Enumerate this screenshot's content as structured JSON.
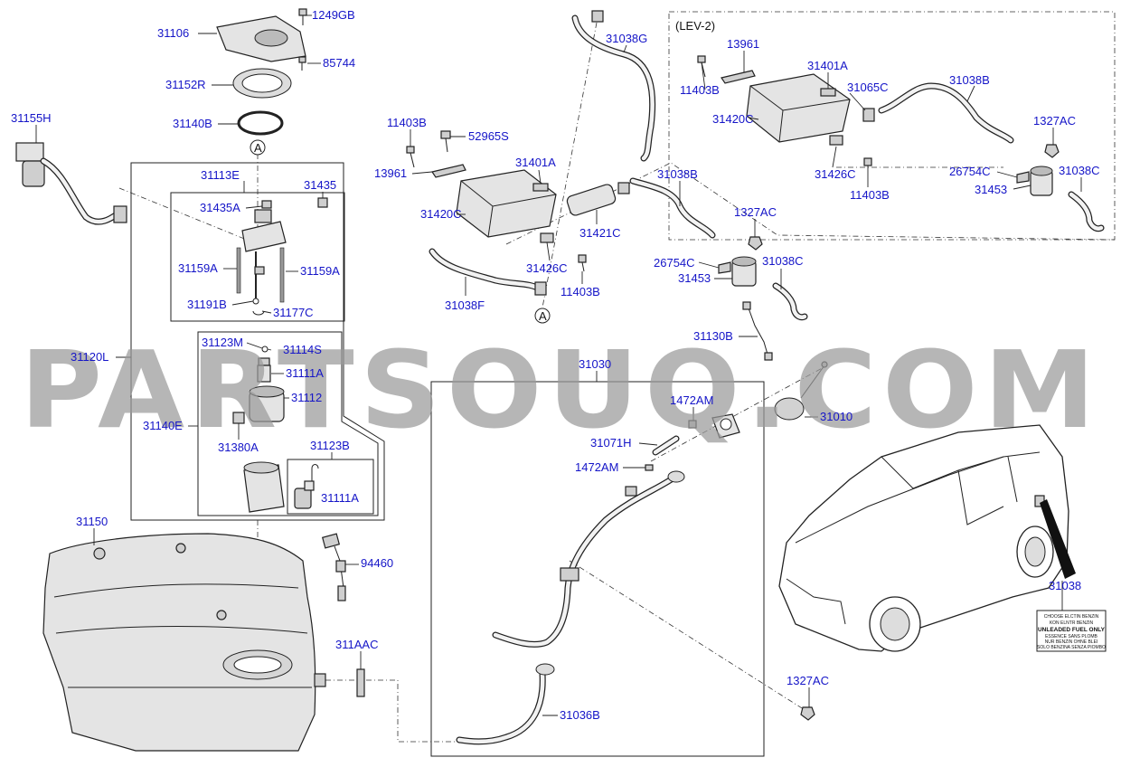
{
  "watermark": "PARTSOUQ.COM",
  "lev_box_label": "(LEV-2)",
  "ref_marker": "A",
  "labels": {
    "l1249GB": "1249GB",
    "l31106": "31106",
    "l85744": "85744",
    "l31152R": "31152R",
    "l31140B": "31140B",
    "l31155H": "31155H",
    "l31113E": "31113E",
    "l31435": "31435",
    "l31435A": "31435A",
    "l31159A_l": "31159A",
    "l31159A_r": "31159A",
    "l31191B": "31191B",
    "l31177C": "31177C",
    "l31120L": "31120L",
    "l31123M": "31123M",
    "l31114S": "31114S",
    "l31111A_t": "31111A",
    "l31112": "31112",
    "l31140E": "31140E",
    "l31380A": "31380A",
    "l31123B": "31123B",
    "l31111A_b": "31111A",
    "l31150": "31150",
    "l94460": "94460",
    "l311AAC": "311AAC",
    "l11403B_a": "11403B",
    "l52965S": "52965S",
    "l13961_a": "13961",
    "l31401A_a": "31401A",
    "l31420C_a": "31420C",
    "l31421C": "31421C",
    "l31426C_a": "31426C",
    "l11403B_b": "11403B",
    "l31038F": "31038F",
    "l31038G": "31038G",
    "l31038B_a": "31038B",
    "l1327AC_a": "1327AC",
    "l26754C_a": "26754C",
    "l31038C_a": "31038C",
    "l31453_a": "31453",
    "l31130B": "31130B",
    "l31030": "31030",
    "l1472AM_a": "1472AM",
    "l31010": "31010",
    "l31071H": "31071H",
    "l1472AM_b": "1472AM",
    "l31036B": "31036B",
    "l1327AC_b": "1327AC",
    "l31038": "31038",
    "l13961_b": "13961",
    "l11403B_c": "11403B",
    "l31401A_b": "31401A",
    "l31065C": "31065C",
    "l31038B_b": "31038B",
    "l31420C_b": "31420C",
    "l1327AC_c": "1327AC",
    "l31426C_b": "31426C",
    "l11403B_d": "11403B",
    "l26754C_b": "26754C",
    "l31038C_b": "31038C",
    "l31453_b": "31453"
  },
  "fuel_label_lines": [
    "CHOOSE ELCTIN BENZIN",
    "KON ELNTR BENZIN",
    "UNLEADED FUEL ONLY",
    "ESSENCE SANS PLOMB",
    "NUR BENZIN OHNE BLEI",
    "SOLO BENZINA SENZA PIOMBO"
  ]
}
